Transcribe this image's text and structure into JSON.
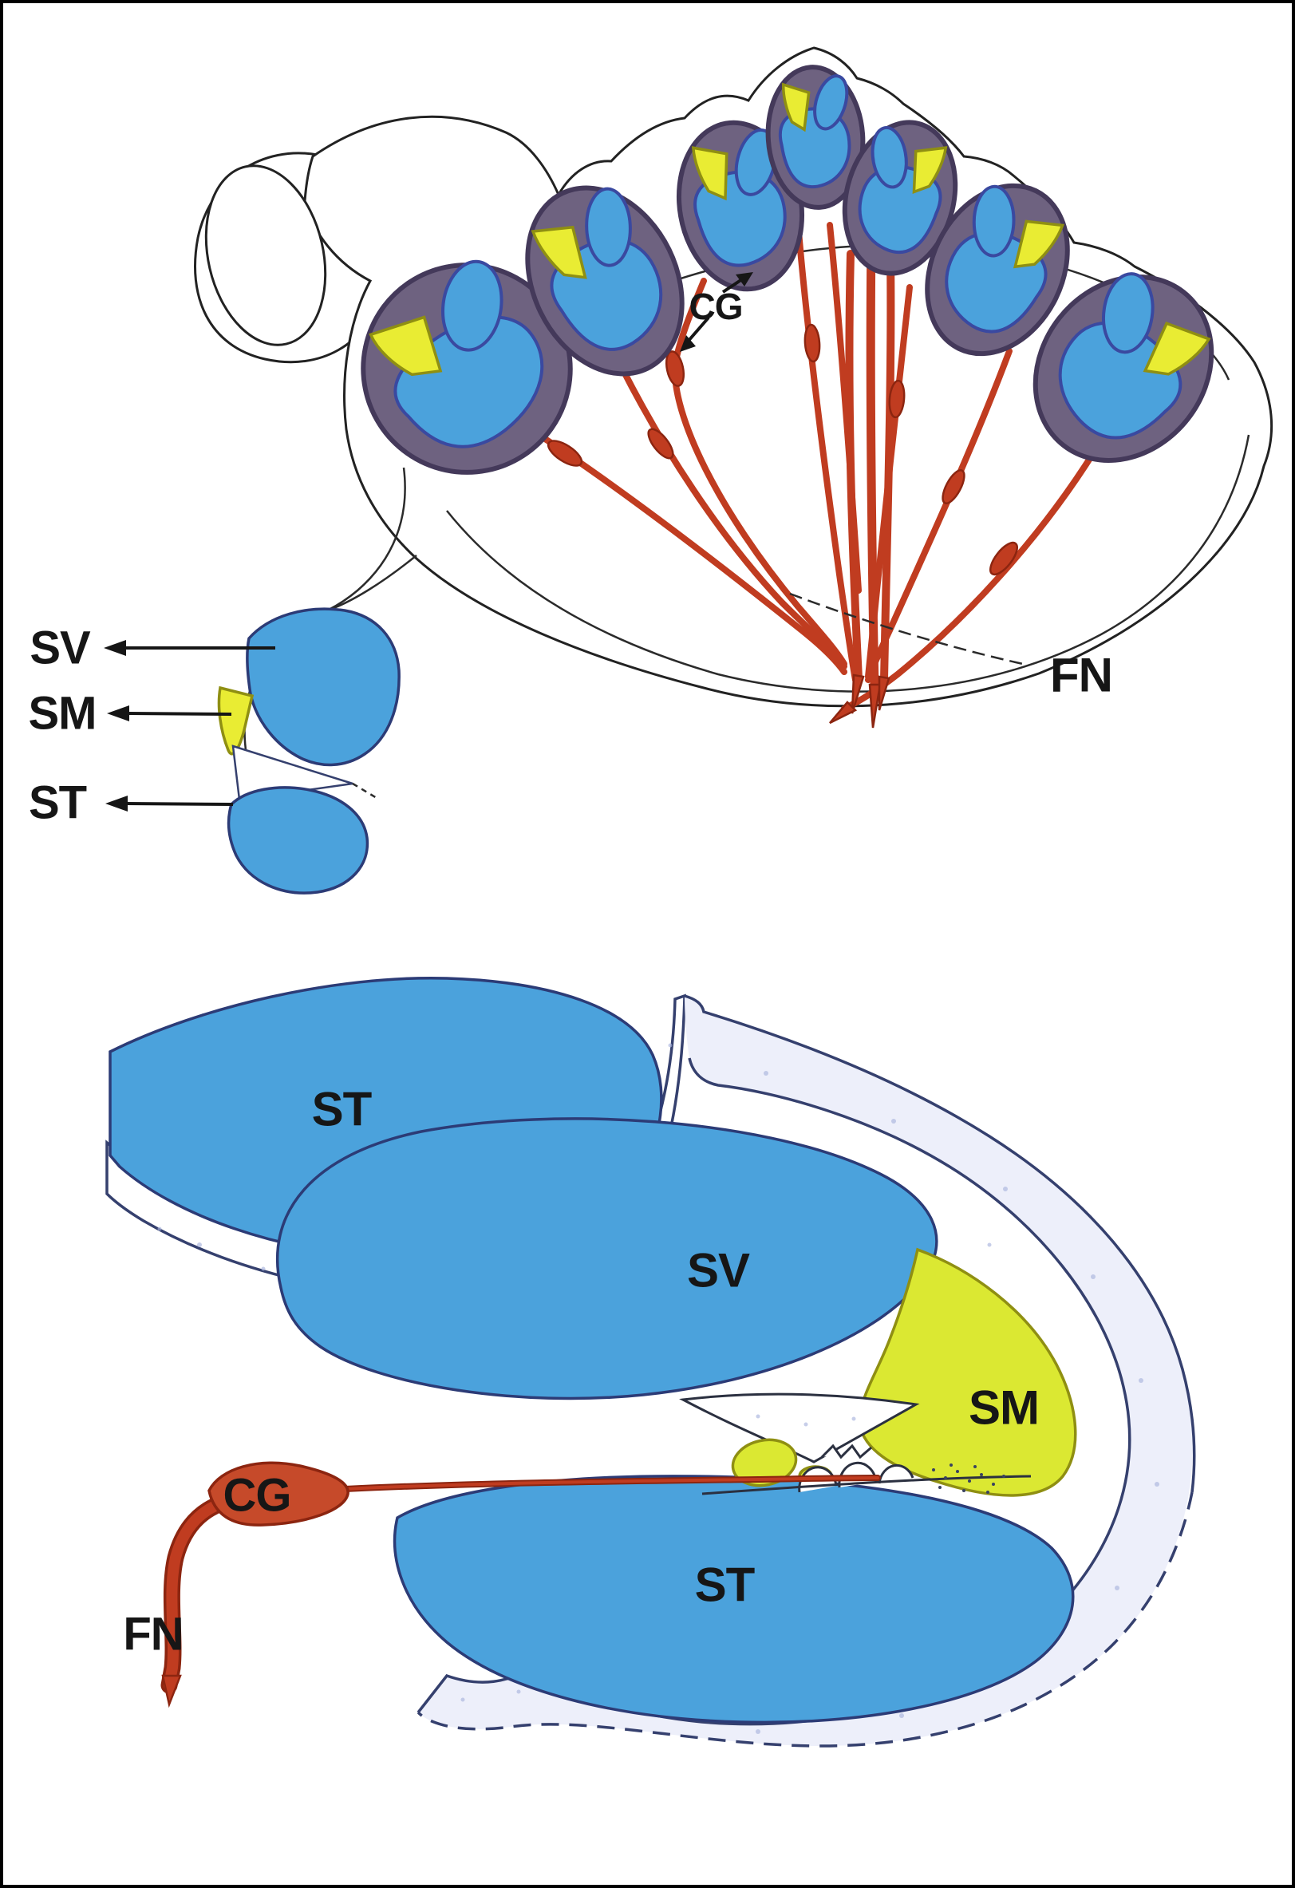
{
  "palette": {
    "background": "#ffffff",
    "border": "#000000",
    "blue": "#4ba2dc",
    "yellow": "#e9ec33",
    "yellow_bottom": "#dbe832",
    "red": "#c03c20",
    "red_dark": "#8c2510",
    "ganglion_red": "#c64a2a",
    "purple_ring": "#6e6280",
    "navy_outline": "#35406e",
    "bone": "#edeffa",
    "ink": "#161616"
  },
  "overview": {
    "description": "cochlea cut-away with turn cross-sections and nerve fibers",
    "label_cg": "CG",
    "label_fn": "FN"
  },
  "inset": {
    "description": "small single-turn cross-section",
    "label_sv": "SV",
    "label_sm": "SM",
    "label_st": "ST"
  },
  "cross_section": {
    "description": "enlarged cochlear turn cross-section",
    "label_st_upper": "ST",
    "label_sv": "SV",
    "label_sm": "SM",
    "label_st_lower": "ST",
    "label_cg": "CG",
    "label_fn": "FN"
  }
}
